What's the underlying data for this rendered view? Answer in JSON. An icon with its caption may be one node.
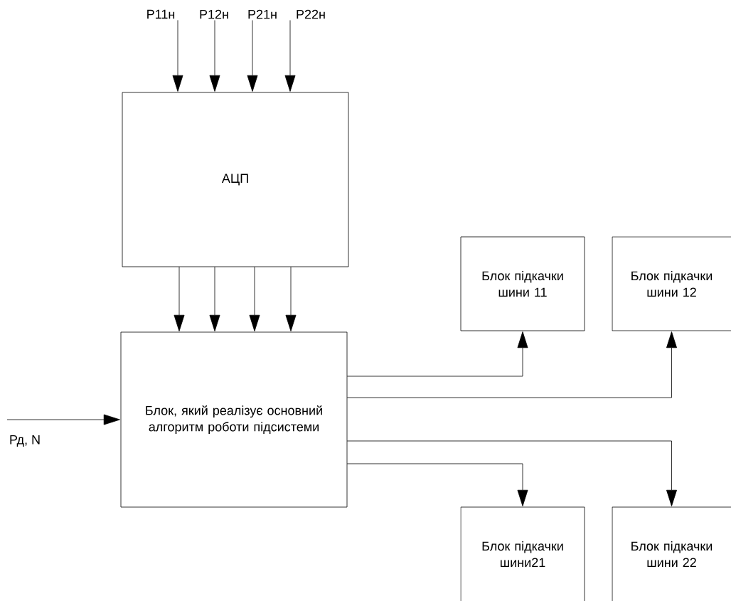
{
  "diagram": {
    "nodes": [
      {
        "text": [
          "Р11н"
        ]
      },
      {
        "text": [
          "Р12н"
        ]
      },
      {
        "text": [
          "Р21н"
        ]
      },
      {
        "text": [
          "Р22н"
        ]
      },
      {
        "text": [
          "АЦП"
        ]
      },
      {
        "text": [
          "Блок, який реалізує основний алгоритм роботи підсистеми"
        ]
      },
      {
        "text": [
          "Блок підкачки шини 11"
        ]
      },
      {
        "text": [
          "Блок підкачки шини 12"
        ]
      },
      {
        "text": [
          "Блок підкачки шини21"
        ]
      },
      {
        "text": [
          "Блок підкачки шини 22"
        ]
      }
    ],
    "edges": [
      {
        "from": 0,
        "to": 4,
        "arrow": "to"
      },
      {
        "from": 1,
        "to": 4,
        "arrow": "to"
      },
      {
        "from": 2,
        "to": 4,
        "arrow": "to"
      },
      {
        "from": 3,
        "to": 4,
        "arrow": "to"
      },
      {
        "from": 4,
        "to": 5,
        "arrow": "to"
      },
      {
        "from": 4,
        "to": 5,
        "arrow": "to"
      },
      {
        "from": 4,
        "to": 5,
        "arrow": "to"
      },
      {
        "from": 4,
        "to": 5,
        "arrow": "to"
      },
      {
        "from": null,
        "to": 5,
        "arrow": "to",
        "label": "Рд, N"
      },
      {
        "from": 5,
        "to": 6,
        "arrow": "to"
      },
      {
        "from": 5,
        "to": 7,
        "arrow": "to"
      },
      {
        "from": 5,
        "to": 9,
        "arrow": "to"
      },
      {
        "from": 5,
        "to": 8,
        "arrow": "to"
      }
    ]
  }
}
